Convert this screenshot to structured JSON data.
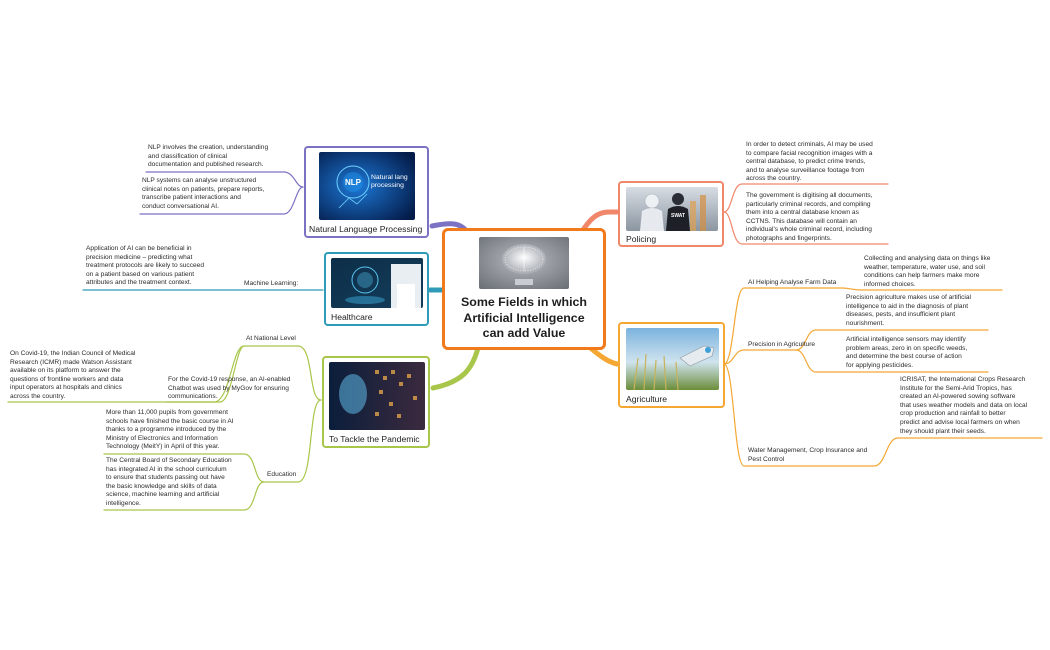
{
  "central": {
    "title": "Some Fields in which\nArtificial Intelligence\ncan add Value",
    "image_icon": "glowing-brain-image"
  },
  "colors": {
    "nlp": "#7b72c4",
    "healthcare": "#2f9bb8",
    "pandemic": "#a8c64a",
    "policing": "#f0866a",
    "agriculture": "#f4a733",
    "central": "#f07a1c"
  },
  "branches": {
    "nlp": {
      "label": "Natural Language Processing",
      "image_icon": "nlp-brain-image",
      "image_text": "Natural lang processing",
      "image_badge": "NLP",
      "notes": [
        "NLP involves the creation, understanding\nand classification of clinical\ndocumentation and published research.",
        "NLP systems can analyse unstructured\nclinical notes on patients, prepare reports,\ntranscribe patient interactions and\nconduct conversational AI."
      ]
    },
    "healthcare": {
      "label": "Healthcare",
      "image_icon": "doctor-hologram-image",
      "sub_label": "Machine Learning:",
      "notes": [
        "Application of AI can be beneficial in\nprecision medicine – predicting what\ntreatment protocols are likely to succeed\non a patient based on various patient\nattributes and the treatment context."
      ]
    },
    "pandemic": {
      "label": "To Tackle the Pandemic",
      "image_icon": "ai-face-data-image",
      "sub_national": "At National Level",
      "national_notes": [
        "On Covid-19, the Indian Council of Medical\nResearch (ICMR) made Watson Assistant\navailable on its platform to answer the\nquestions of frontline workers and data\ninput operators at hospitals and clinics\nacross the country.",
        "For the Covid-19 response, an AI-enabled\nChatbot was used by MyGov for ensuring\ncommunications."
      ],
      "sub_education": "Education",
      "education_notes": [
        "More than 11,000 pupils from government\nschools have finished the basic course in AI\nthanks to a programme introduced by the\nMinistry of Electronics and Information\nTechnology (MeitY) in April of this year.",
        "The Central Board of Secondary Education\nhas integrated AI in the school curriculum\nto ensure that students passing out have\nthe basic knowledge and skills of data\nscience, machine learning and artificial\nintelligence."
      ]
    },
    "policing": {
      "label": "Policing",
      "image_icon": "robot-police-image",
      "image_badge": "SWAT",
      "notes": [
        "In order to detect criminals, AI may be used\nto compare facial recognition images with a\ncentral database, to predict crime trends,\nand to analyse surveillance footage from\nacross the country.",
        "The government is digitising all documents,\nparticularly criminal records, and compiling\nthem into a central database known as\nCCTNS. This database will contain an\nindividual's whole criminal record, including\nphotographs and fingerprints."
      ]
    },
    "agriculture": {
      "label": "Agriculture",
      "image_icon": "robot-hand-wheat-image",
      "subs": [
        {
          "label": "AI Helping Analyse Farm Data",
          "notes": [
            "Collecting and analysing data on things like\nweather, temperature, water use, and soil\nconditions can help farmers make more\ninformed choices."
          ]
        },
        {
          "label": "Precision in Agriculture",
          "notes": [
            "Precision agriculture makes use of artificial\nintelligence to aid in the diagnosis of plant\ndiseases, pests, and insufficient plant\nnourishment.",
            "Artificial intelligence sensors may identify\nproblem areas, zero in on specific weeds,\nand determine the best course of action\nfor applying pesticides."
          ]
        },
        {
          "label": "Water Management, Crop Insurance and\nPest Control",
          "notes": [
            "ICRISAT, the International Crops Research\nInstitute for the Semi-Arid Tropics, has\ncreated an AI-powered sowing software\nthat uses weather models and data on local\ncrop production and rainfall to better\npredict and advise local farmers on when\nthey should plant their seeds."
          ]
        }
      ]
    }
  }
}
